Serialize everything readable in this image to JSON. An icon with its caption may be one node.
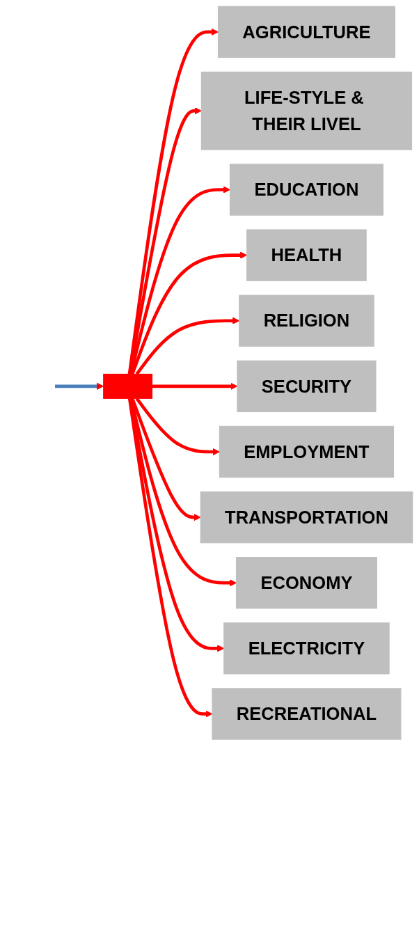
{
  "diagram": {
    "nodes": [
      {
        "text": [],
        "shape": "bar"
      },
      {
        "text": [
          "AGRICULTURE"
        ]
      },
      {
        "text": [
          "LIFE-STYLE & THEIR LIVEL"
        ]
      },
      {
        "text": [
          "EDUCATION"
        ]
      },
      {
        "text": [
          "HEALTH"
        ]
      },
      {
        "text": [
          "RELIGION"
        ]
      },
      {
        "text": [
          "SECURITY"
        ]
      },
      {
        "text": [
          "EMPLOYMENT"
        ]
      },
      {
        "text": [
          "TRANSPORTATION"
        ]
      },
      {
        "text": [
          "ECONOMY"
        ]
      },
      {
        "text": [
          "ELECTRICITY"
        ]
      },
      {
        "text": [
          "RECREATIONAL"
        ]
      }
    ],
    "edges": [
      {
        "from": null,
        "to": 0,
        "arrow": "to",
        "color": "#4a7ebb"
      },
      {
        "from": 0,
        "to": 1,
        "arrow": "to"
      },
      {
        "from": 0,
        "to": 2,
        "arrow": "to"
      },
      {
        "from": 0,
        "to": 3,
        "arrow": "to"
      },
      {
        "from": 0,
        "to": 4,
        "arrow": "to"
      },
      {
        "from": 0,
        "to": 5,
        "arrow": "to"
      },
      {
        "from": 0,
        "to": 6,
        "arrow": "to"
      },
      {
        "from": 0,
        "to": 7,
        "arrow": "to"
      },
      {
        "from": 0,
        "to": 8,
        "arrow": "to"
      },
      {
        "from": 0,
        "to": 9,
        "arrow": "to"
      },
      {
        "from": 0,
        "to": 10,
        "arrow": "to"
      },
      {
        "from": 0,
        "to": 11,
        "arrow": "to"
      }
    ]
  }
}
